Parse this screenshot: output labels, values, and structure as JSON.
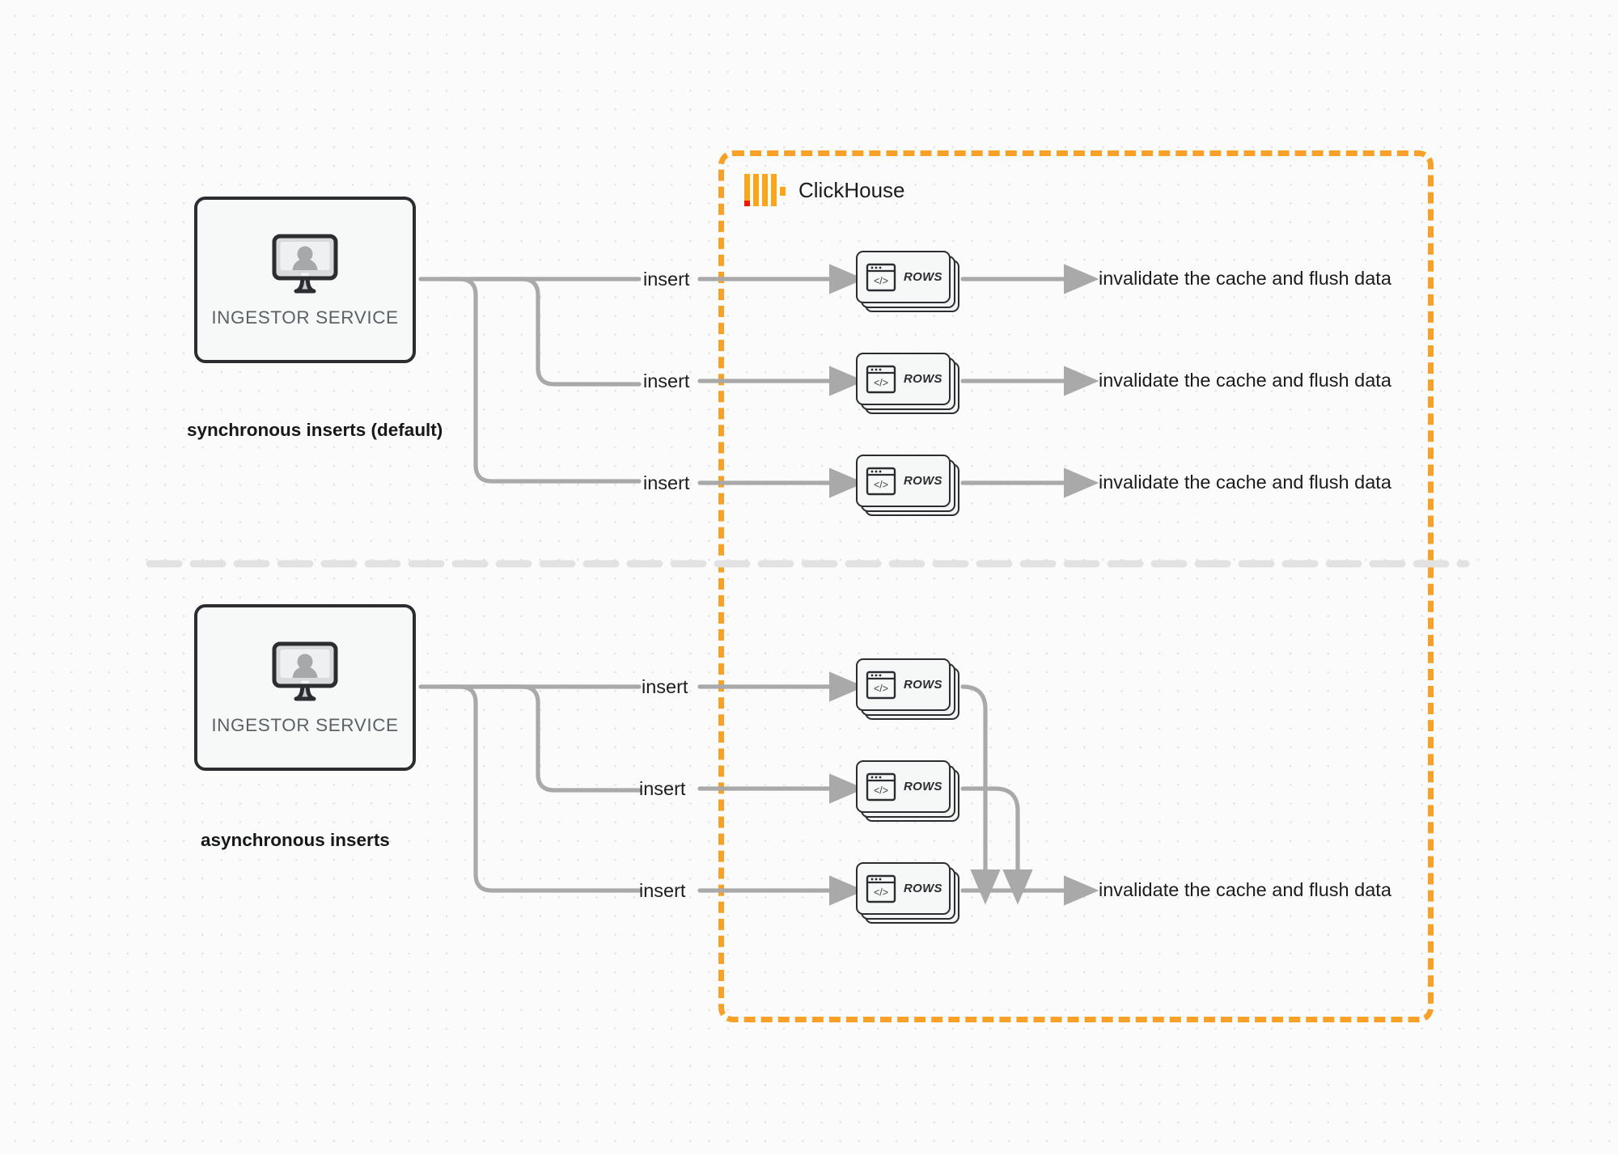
{
  "diagram": {
    "title": "ClickHouse synchronous vs asynchronous inserts",
    "background_color": "#fbfbfb",
    "accent_color": "#f7a128",
    "line_color": "#a9a9a9",
    "outline_color": "#2b2d30"
  },
  "clickhouse_region": {
    "brand_label": "ClickHouse",
    "logo_name": "clickhouse-logo",
    "border_color": "#f7a128",
    "logo_bar_color": "#faa61a",
    "logo_accent_color": "#f11800"
  },
  "sections": [
    {
      "id": "synchronous",
      "label": "synchronous inserts (default)",
      "source": {
        "caption": "INGESTOR SERVICE",
        "icon": "monitor-user-icon"
      },
      "flows": [
        {
          "edge_label": "insert",
          "node_label": "ROWS",
          "node_icon": "code-window-icon",
          "result_label": "invalidate the cache and flush data"
        },
        {
          "edge_label": "insert",
          "node_label": "ROWS",
          "node_icon": "code-window-icon",
          "result_label": "invalidate the cache and flush data"
        },
        {
          "edge_label": "insert",
          "node_label": "ROWS",
          "node_icon": "code-window-icon",
          "result_label": "invalidate the cache and flush data"
        }
      ]
    },
    {
      "id": "asynchronous",
      "label": "asynchronous inserts",
      "source": {
        "caption": "INGESTOR SERVICE",
        "icon": "monitor-user-icon"
      },
      "flows": [
        {
          "edge_label": "insert",
          "node_label": "ROWS",
          "node_icon": "code-window-icon",
          "result_label": ""
        },
        {
          "edge_label": "insert",
          "node_label": "ROWS",
          "node_icon": "code-window-icon",
          "result_label": ""
        },
        {
          "edge_label": "insert",
          "node_label": "ROWS",
          "node_icon": "code-window-icon",
          "result_label": "invalidate the cache and flush data"
        }
      ],
      "merged_result_label": "invalidate the cache and flush data"
    }
  ],
  "separator": {
    "name": "section-divider",
    "style": "dashed",
    "color": "#e2e2e2"
  }
}
